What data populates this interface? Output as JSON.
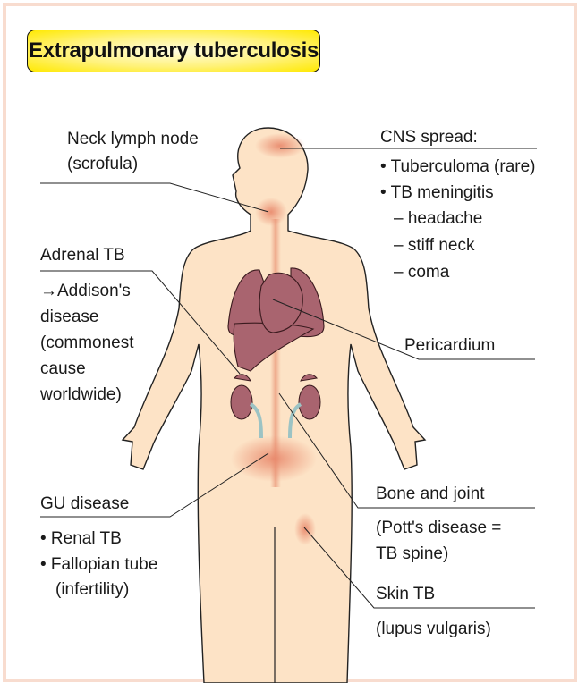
{
  "title": "Extrapulmonary tuberculosis",
  "labels": {
    "neck": {
      "line1": "Neck lymph node",
      "line2": "(scrofula)"
    },
    "cns": {
      "heading": "CNS spread:",
      "bullet1": "• Tuberculoma (rare)",
      "bullet2": "• TB meningitis",
      "sub1": "– headache",
      "sub2": "– stiff neck",
      "sub3": "– coma"
    },
    "adrenal": {
      "heading": "Adrenal TB",
      "line1": "→Addison's",
      "line2": "disease",
      "line3": "(commonest",
      "line4": "cause",
      "line5": "worldwide)"
    },
    "pericardium": {
      "heading": "Pericardium"
    },
    "gu": {
      "heading": "GU disease",
      "bullet1": "• Renal TB",
      "bullet2": "• Fallopian tube",
      "line3": "(infertility)"
    },
    "bone": {
      "heading": "Bone and joint",
      "line1": "(Pott's disease =",
      "line2": "TB spine)"
    },
    "skin": {
      "heading": "Skin TB",
      "line1": "(lupus vulgaris)"
    }
  },
  "colors": {
    "skin": "#fde3c6",
    "organ": "#a9646f",
    "frame": "#f8dccf",
    "title_bg": "#ffe900",
    "lesion": "#e8876a"
  }
}
